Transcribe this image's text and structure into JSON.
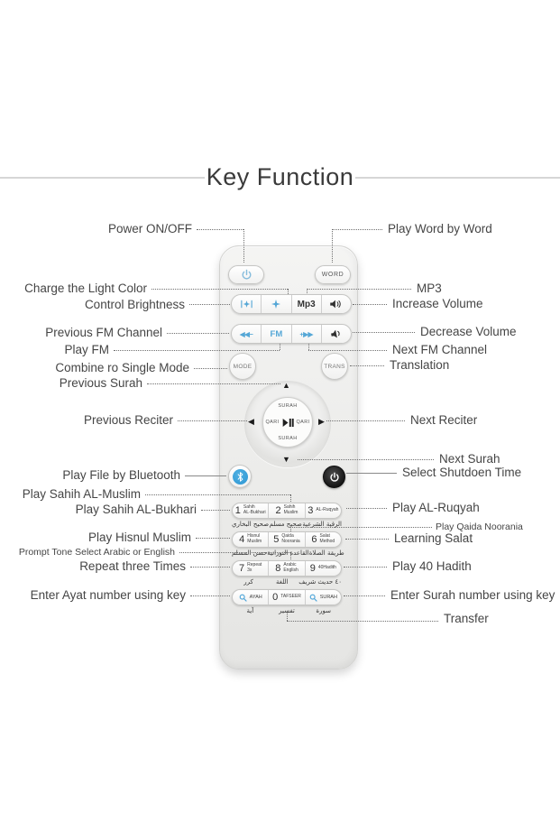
{
  "title": "Key Function",
  "colors": {
    "accent_blue": "#55a7d6",
    "power_blue": "#85bcdc",
    "bluetooth_blue": "#2d96d3",
    "dark_icon": "#2f2f2f",
    "label_text": "#454545"
  },
  "icons": {
    "power-icon": "circle with vertical line",
    "brightness-icon": "bulb spark between two bars",
    "light-color-icon": "four-point spark",
    "volume-up-icon": "speaker with two waves",
    "volume-down-icon": "speaker with one wave",
    "rewind-icon": "◀◀−",
    "forward-icon": "+▶▶",
    "up-arrow-icon": "▲",
    "down-arrow-icon": "▼",
    "left-arrow-icon": "◀",
    "right-arrow-icon": "▶",
    "play-pause-icon": "triangle with two bars",
    "bluetooth-icon": "bluetooth rune on blue disc",
    "search-icon": "magnifier"
  },
  "remote": {
    "word_button": {
      "label": "WORD"
    },
    "row_media": {
      "mp3": "Mp3"
    },
    "row_fm": {
      "rew": "◀◀−",
      "fm": "FM",
      "ffwd": "+▶▶"
    },
    "mode_button": "MODE",
    "trans_button": "TRANS",
    "dial": {
      "up": "▲",
      "down": "▼",
      "prev": "◀",
      "next": "▶",
      "surah_top": "SURAH",
      "qari_left": "QARI",
      "qari_right": "QARI",
      "surah_bottom": "SURAH"
    },
    "keypad": {
      "k1": {
        "n": "1",
        "a": "Sahih",
        "b": "AL-Bukhari"
      },
      "k2": {
        "n": "2",
        "a": "Sahih",
        "b": "Muslim"
      },
      "k3": {
        "n": "3",
        "a": "AL-Ruqyah",
        "b": ""
      },
      "k4": {
        "n": "4",
        "a": "Hisnul",
        "b": "Muslim"
      },
      "k5": {
        "n": "5",
        "a": "Qaida",
        "b": "Noorania"
      },
      "k6": {
        "n": "6",
        "a": "Salat",
        "b": "Method"
      },
      "k7": {
        "n": "7",
        "a": "Repeat",
        "b": "3x"
      },
      "k8": {
        "n": "8",
        "a": "Arabic",
        "b": "English"
      },
      "k9": {
        "n": "9",
        "a": "40Hadith",
        "b": ""
      },
      "k0": {
        "n": "0",
        "a": "TAFSEER",
        "b": ""
      },
      "ayah": {
        "a": "AYAH"
      },
      "surah": {
        "a": "SURAH"
      }
    },
    "arabic": {
      "row1": [
        "صحيح البخاري",
        "صحيح مسلم",
        "الرقية الشرعية"
      ],
      "row2": [
        "حصن المسلم",
        "القاعدة النورانية",
        "طريقة الصلاة"
      ],
      "row3": [
        "كرر",
        "اللغة",
        "٤٠ حديث شريف"
      ],
      "row4": [
        "آية",
        "تفسير",
        "سورة"
      ]
    }
  },
  "callouts": {
    "left": [
      {
        "text": "Power ON/OFF"
      },
      {
        "text": "Charge the Light Color"
      },
      {
        "text": "Control Brightness"
      },
      {
        "text": "Previous FM Channel"
      },
      {
        "text": "Play FM"
      },
      {
        "text": "Combine ro Single Mode"
      },
      {
        "text": "Previous Surah"
      },
      {
        "text": "Previous Reciter"
      },
      {
        "text": "Play File by Bluetooth"
      },
      {
        "text": "Play Sahih AL-Muslim"
      },
      {
        "text": "Play Sahih AL-Bukhari"
      },
      {
        "text": "Play Hisnul Muslim"
      },
      {
        "text": "Prompt Tone Select Arabic or English"
      },
      {
        "text": "Repeat three Times"
      },
      {
        "text": "Enter Ayat number using key"
      }
    ],
    "right": [
      {
        "text": "Play Word by Word"
      },
      {
        "text": "MP3"
      },
      {
        "text": "Increase Volume"
      },
      {
        "text": "Decrease Volume"
      },
      {
        "text": "Next FM Channel"
      },
      {
        "text": "Translation"
      },
      {
        "text": "Next Reciter"
      },
      {
        "text": "Next Surah"
      },
      {
        "text": "Select Shutdoen Time"
      },
      {
        "text": "Play AL-Ruqyah"
      },
      {
        "text": "Play Qaida Noorania"
      },
      {
        "text": "Learning Salat"
      },
      {
        "text": "Play 40 Hadith"
      },
      {
        "text": "Enter Surah number using key"
      },
      {
        "text": "Transfer"
      }
    ]
  }
}
